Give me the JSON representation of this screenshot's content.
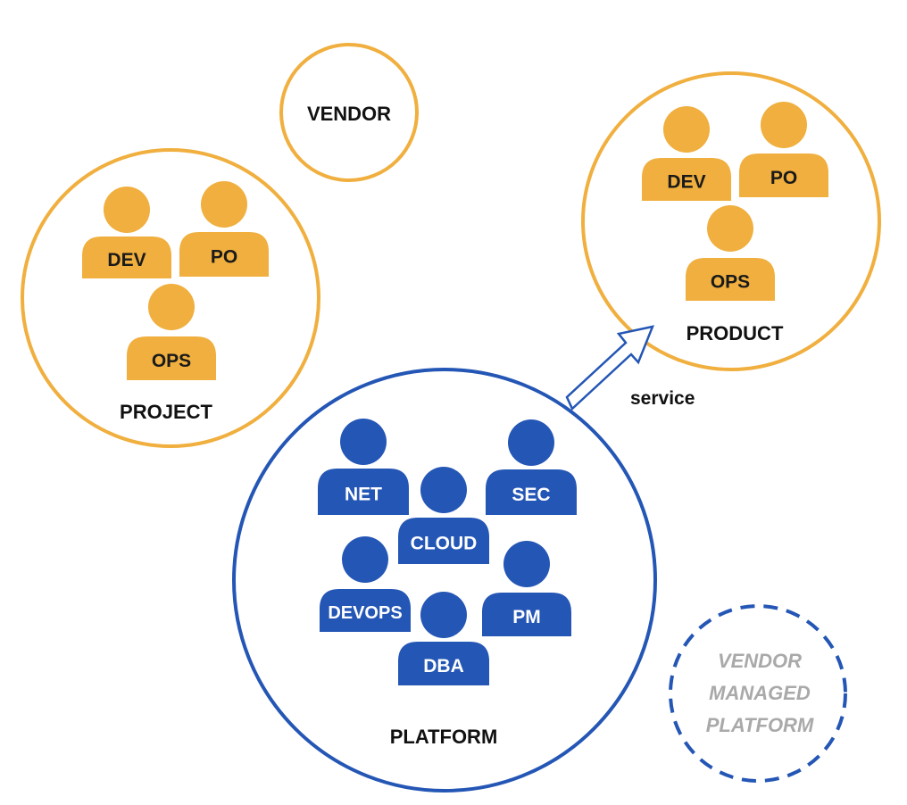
{
  "colors": {
    "orange": "#F0AF3E",
    "blue": "#2456B5",
    "person_text_dark": "#1a1a1a",
    "person_text_light": "#ffffff",
    "group_label": "#111111",
    "vendor_managed_text": "#a9a9a9"
  },
  "groups": {
    "vendor": {
      "label": "VENDOR"
    },
    "project": {
      "label": "PROJECT",
      "roles": [
        "DEV",
        "PO",
        "OPS"
      ]
    },
    "product": {
      "label": "PRODUCT",
      "roles": [
        "DEV",
        "PO",
        "OPS"
      ]
    },
    "platform": {
      "label": "PLATFORM",
      "roles": [
        "NET",
        "SEC",
        "CLOUD",
        "DEVOPS",
        "PM",
        "DBA"
      ]
    },
    "vendor_managed": {
      "lines": [
        "VENDOR",
        "MANAGED",
        "PLATFORM"
      ]
    }
  },
  "connector": {
    "label": "service",
    "from": "platform",
    "to": "product",
    "icon": "arrow-icon"
  },
  "icons": {
    "person": "person-icon"
  }
}
